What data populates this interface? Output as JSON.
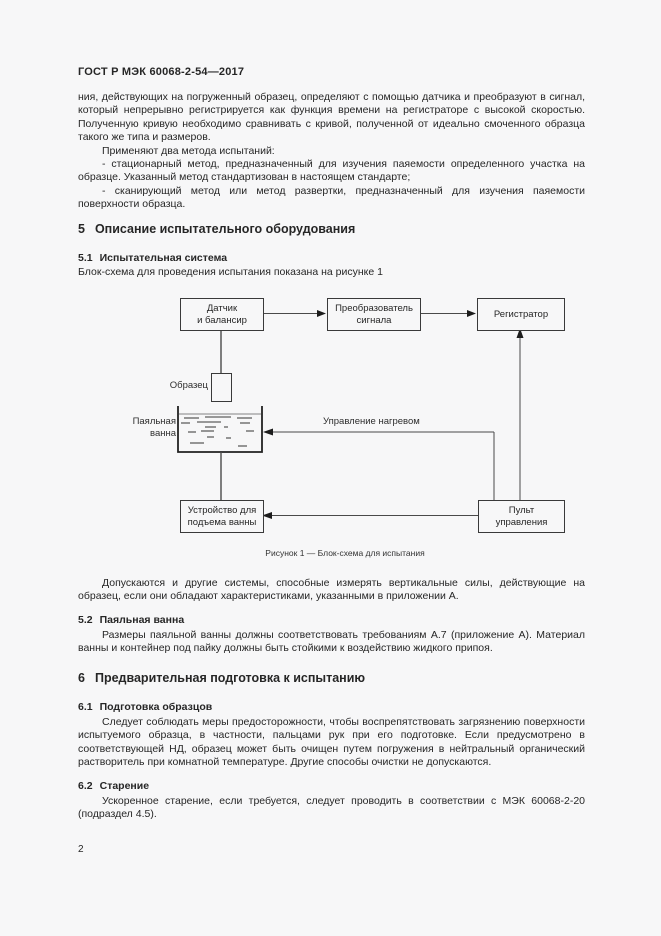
{
  "document": {
    "header": "ГОСТ Р МЭК 60068-2-54—2017",
    "page_number": "2"
  },
  "intro": {
    "paragraph": "ния, действующих на погруженный образец, определяют с помощью датчика и преобразуют в сигнал, который непрерывно регистрируется как функция времени на регистраторе с высокой скоростью. Полученную кривую необходимо сравнивать с кривой, полученной от идеально смоченного образца такого же типа и размеров.",
    "methods_intro": "Применяют два метода испытаний:",
    "method_stationary": "- стационарный метод, предназначенный для изучения паяемости определенного участка на образце. Указанный метод стандартизован в настоящем стандарте;",
    "method_scanning": "- сканирующий метод или метод развертки, предназначенный для изучения паяемости поверхности образца."
  },
  "section_5": {
    "number": "5",
    "title": "Описание испытательного оборудования",
    "s5_1": {
      "number": "5.1",
      "title": "Испытательная система",
      "body": "Блок-схема для проведения испытания показана на рисунке 1"
    },
    "other_systems": "Допускаются и другие системы, способные измерять вертикальные силы, действующие на образец, если они обладают характеристиками, указанными в приложении А.",
    "s5_2": {
      "number": "5.2",
      "title": "Паяльная ванна",
      "body": "Размеры паяльной ванны должны соответствовать требованиям А.7 (приложение А). Материал ванны и контейнер под пайку должны быть стойкими к воздействию жидкого припоя."
    }
  },
  "figure": {
    "caption": "Рисунок 1 — Блок-схема для испытания",
    "boxes": {
      "sensor": "Датчик\nи балансир",
      "converter": "Преобразователь\nсигнала",
      "recorder": "Регистратор",
      "lift": "Устройство для\nподъема ванны",
      "console": "Пульт\nуправления"
    },
    "labels": {
      "specimen": "Образец",
      "bath": "Паяльная\nванна",
      "heat_control": "Управление нагревом"
    }
  },
  "section_6": {
    "number": "6",
    "title": "Предварительная подготовка к испытанию",
    "s6_1": {
      "number": "6.1",
      "title": "Подготовка образцов",
      "body": "Следует соблюдать меры предосторожности, чтобы воспрепятствовать загрязнению поверхности испытуемого образца, в частности, пальцами рук при его подготовке. Если предусмотрено в соответствующей НД, образец может быть очищен путем погружения в нейтральный органический растворитель при комнатной температуре. Другие способы очистки не допускаются."
    },
    "s6_2": {
      "number": "6.2",
      "title": "Старение",
      "body": "Ускоренное старение, если требуется, следует проводить в соответствии с МЭК 60068-2-20 (подраздел 4.5)."
    }
  }
}
